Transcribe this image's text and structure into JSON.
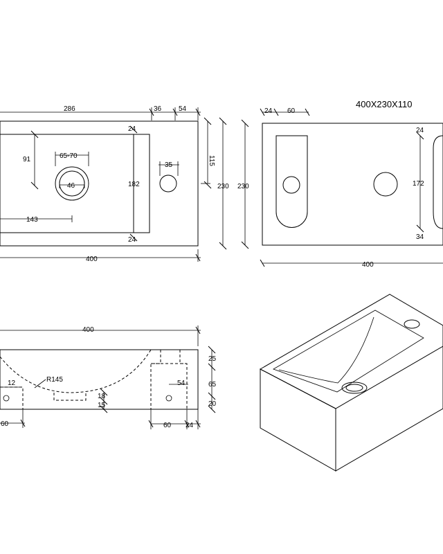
{
  "title": "400X230X110",
  "top_view": {
    "d286": "286",
    "d36": "36",
    "d54": "54",
    "d24a": "24",
    "d24b": "24",
    "d91": "91",
    "d6570": "65-70",
    "d35": "35",
    "d46": "46",
    "d182": "182",
    "d115": "115",
    "d230a": "230",
    "d143": "143",
    "d400": "400"
  },
  "right_view": {
    "d24": "24",
    "d60": "60",
    "d230": "230",
    "d24r": "24",
    "d172": "172",
    "d34": "34",
    "d400": "400"
  },
  "front_view": {
    "d400": "400",
    "d25": "25",
    "d65": "65",
    "d20": "20",
    "d54": "54",
    "d12": "12",
    "r145": "R145",
    "d18": "18",
    "d15": "15",
    "d60l": "60",
    "d60": "60",
    "d24": "24"
  }
}
